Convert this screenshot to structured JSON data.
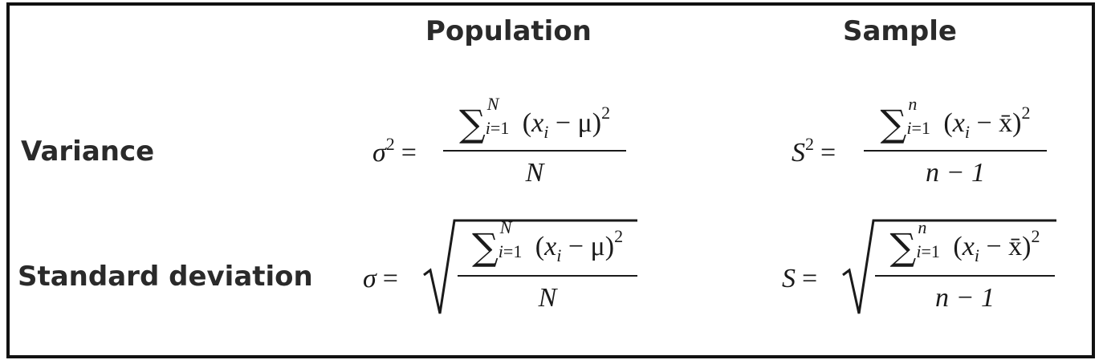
{
  "headers": {
    "population": "Population",
    "sample": "Sample"
  },
  "rows": {
    "variance": "Variance",
    "std_dev": "Standard deviation"
  },
  "formulas": {
    "pop_var": {
      "lhs": "σ",
      "power": "2",
      "eq": "=",
      "upper": "N",
      "lower_var": "i",
      "lower_rest": "=1",
      "num_var": "x",
      "num_sub": "i",
      "num_mid": " − μ)",
      "num_open": "(",
      "num_pow": "2",
      "den": "N"
    },
    "samp_var": {
      "lhs": "S",
      "power": "2",
      "eq": "=",
      "upper": "n",
      "lower_var": "i",
      "lower_rest": "=1",
      "num_var": "x",
      "num_sub": "i",
      "num_mid": " − x̄)",
      "num_open": "(",
      "num_pow": "2",
      "den": "n − 1"
    },
    "pop_sd": {
      "lhs": "σ",
      "eq": "=",
      "upper": "N",
      "lower_var": "i",
      "lower_rest": "=1",
      "num_var": "x",
      "num_sub": "i",
      "num_mid": " − μ)",
      "num_open": "(",
      "num_pow": "2",
      "den": "N"
    },
    "samp_sd": {
      "lhs": "S",
      "eq": "=",
      "upper": "n",
      "lower_var": "i",
      "lower_rest": "=1",
      "num_var": "x",
      "num_sub": "i",
      "num_mid": " − x̄)",
      "num_open": "(",
      "num_pow": "2",
      "den": "n − 1"
    }
  },
  "colors": {
    "border": "#111111",
    "text": "#2a2a2a"
  }
}
